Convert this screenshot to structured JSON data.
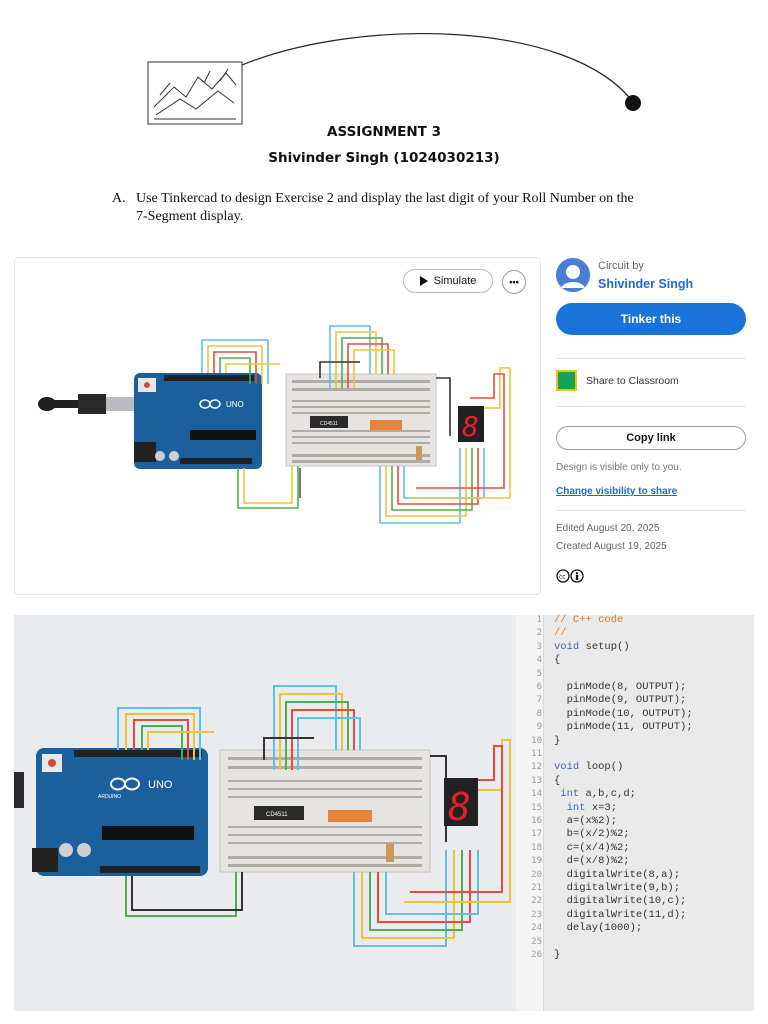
{
  "header": {
    "title": "ASSIGNMENT 3",
    "subtitle": "Shivinder Singh (1024030213)"
  },
  "question": {
    "label": "A.",
    "line1": "Use Tinkercad to design Exercise 2 and display the last digit of your Roll Number on the",
    "line2": "7-Segment display."
  },
  "toolbar": {
    "simulate_label": "Simulate",
    "more_label": "•••"
  },
  "sidebar": {
    "circuit_by": "Circuit by",
    "author": "Shivinder Singh",
    "tinker_label": "Tinker this",
    "classroom_label": "Share to Classroom",
    "copy_link_label": "Copy link",
    "visibility_note": "Design is visible only to you.",
    "change_visibility": "Change visibility to share",
    "edited": "Edited August 20, 2025",
    "created": "Created August 19, 2025"
  },
  "board_labels": {
    "uno": "UNO",
    "chip": "CD4511",
    "digit": "8",
    "arduino_text": "ARDUINO"
  },
  "colors": {
    "accent": "#1a73d8",
    "board": "#1b5f9c",
    "breadboard": "#e6e4e0",
    "segment": "#e0202a"
  },
  "code": {
    "lines": [
      {
        "n": "1",
        "segs": [
          {
            "t": "// C++ code",
            "c": "cm"
          }
        ]
      },
      {
        "n": "2",
        "segs": [
          {
            "t": "//",
            "c": "cm"
          }
        ]
      },
      {
        "n": "3",
        "segs": [
          {
            "t": "void",
            "c": "kw"
          },
          {
            "t": " setup()",
            "c": ""
          }
        ]
      },
      {
        "n": "4",
        "segs": [
          {
            "t": "{",
            "c": ""
          }
        ]
      },
      {
        "n": "5",
        "segs": []
      },
      {
        "n": "6",
        "segs": [
          {
            "t": "  pinMode(8, OUTPUT);",
            "c": ""
          }
        ]
      },
      {
        "n": "7",
        "segs": [
          {
            "t": "  pinMode(9, OUTPUT);",
            "c": ""
          }
        ]
      },
      {
        "n": "8",
        "segs": [
          {
            "t": "  pinMode(10, OUTPUT);",
            "c": ""
          }
        ]
      },
      {
        "n": "9",
        "segs": [
          {
            "t": "  pinMode(11, OUTPUT);",
            "c": ""
          }
        ]
      },
      {
        "n": "10",
        "segs": [
          {
            "t": "}",
            "c": ""
          }
        ]
      },
      {
        "n": "11",
        "segs": []
      },
      {
        "n": "12",
        "segs": [
          {
            "t": "void",
            "c": "kw"
          },
          {
            "t": " loop()",
            "c": ""
          }
        ]
      },
      {
        "n": "13",
        "segs": [
          {
            "t": "{",
            "c": ""
          }
        ]
      },
      {
        "n": "14",
        "segs": [
          {
            "t": " int",
            "c": "kw"
          },
          {
            "t": " a,b,c,d;",
            "c": ""
          }
        ]
      },
      {
        "n": "15",
        "segs": [
          {
            "t": "  int",
            "c": "kw"
          },
          {
            "t": " x=3;",
            "c": ""
          }
        ]
      },
      {
        "n": "16",
        "segs": [
          {
            "t": "  a=(x%2);",
            "c": ""
          }
        ]
      },
      {
        "n": "17",
        "segs": [
          {
            "t": "  b=(x/2)%2;",
            "c": ""
          }
        ]
      },
      {
        "n": "18",
        "segs": [
          {
            "t": "  c=(x/4)%2;",
            "c": ""
          }
        ]
      },
      {
        "n": "19",
        "segs": [
          {
            "t": "  d=(x/8)%2;",
            "c": ""
          }
        ]
      },
      {
        "n": "20",
        "segs": [
          {
            "t": "  digitalWrite(8,a);",
            "c": ""
          }
        ]
      },
      {
        "n": "21",
        "segs": [
          {
            "t": "  digitalWrite(9,b);",
            "c": ""
          }
        ]
      },
      {
        "n": "22",
        "segs": [
          {
            "t": "  digitalWrite(10,c);",
            "c": ""
          }
        ]
      },
      {
        "n": "23",
        "segs": [
          {
            "t": "  digitalWrite(11,d);",
            "c": ""
          }
        ]
      },
      {
        "n": "24",
        "segs": [
          {
            "t": "  delay(1000);",
            "c": ""
          }
        ]
      },
      {
        "n": "25",
        "segs": []
      },
      {
        "n": "26",
        "segs": [
          {
            "t": "}",
            "c": ""
          }
        ]
      }
    ]
  }
}
